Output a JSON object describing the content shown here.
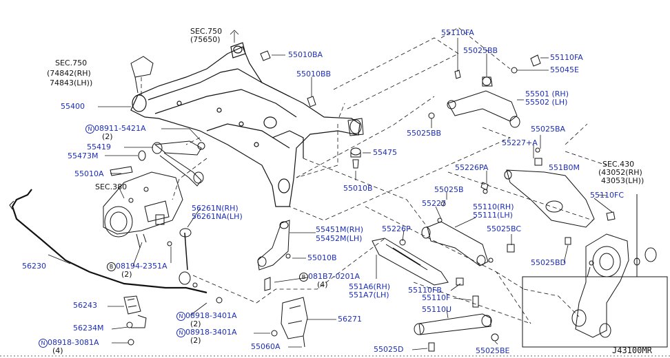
{
  "diagram": {
    "reference": "J43100MR",
    "sections": {
      "sec750_top": {
        "code": "SEC.750",
        "sub": "(75650)"
      },
      "sec750_left": {
        "code": "SEC.750",
        "line1": "(74842(RH)",
        "line2": "74843(LH))"
      },
      "sec380": {
        "code": "SEC.380"
      },
      "sec430": {
        "code": "SEC.430",
        "line1": "(43052(RH)",
        "line2": "43053(LH))"
      }
    },
    "parts": {
      "p55400": "55400",
      "p08911": "08911-5421A",
      "p08911_qty": "(2)",
      "p55419": "55419",
      "p55473M": "55473M",
      "p55010A": "55010A",
      "p55010BA": "55010BA",
      "p55010BB": "55010BB",
      "p55475": "55475",
      "p55010B_upper": "55010B",
      "p55110FA_top": "55110FA",
      "p55025BB_top": "55025BB",
      "p55110FA_right": "55110FA",
      "p55045E": "55045E",
      "p55501": "55501 (RH)",
      "p55502": "55502 (LH)",
      "p55025BB_mid": "55025BB",
      "p55025BA": "55025BA",
      "p55227plusA": "55227+A",
      "p55226PA": "55226PA",
      "p551B0M": "551B0M",
      "p55025B": "55025B",
      "p55227": "55227",
      "p55110RH": "55110(RH)",
      "p55111LH": "55111(LH)",
      "p55110FC": "55110FC",
      "p55025BC": "55025BC",
      "p55226P": "55226P",
      "p55451M": "55451M(RH)",
      "p55452M": "55452M(LH)",
      "p55010B_lower": "55010B",
      "p081B7": "081B7-0201A",
      "p081B7_qty": "(4)",
      "p56261N": "56261N(RH)",
      "p56261NA": "56261NA(LH)",
      "p56230": "56230",
      "p08194": "08194-2351A",
      "p08194_qty": "(2)",
      "p56243": "56243",
      "p56234M": "56234M",
      "p08918_a": "08918-3081A",
      "p08918_a_qty": "(4)",
      "p08918_b": "08918-3401A",
      "p08918_b_qty": "(2)",
      "p08918_c": "08918-3401A",
      "p08918_c_qty": "(2)",
      "p55060A": "55060A",
      "p56271": "56271",
      "p551A6": "551A6(RH)",
      "p551A7": "551A7(LH)",
      "p55110FB": "55110FB",
      "p55110F": "55110F",
      "p55110U": "55110U",
      "p55025D": "55025D",
      "p55025BE": "55025BE",
      "p55025BD": "55025BD",
      "n_mark": "N",
      "b_mark": "B"
    },
    "colors": {
      "part_number": "#1b2db8",
      "line": "#111111",
      "background": "#ffffff"
    }
  }
}
